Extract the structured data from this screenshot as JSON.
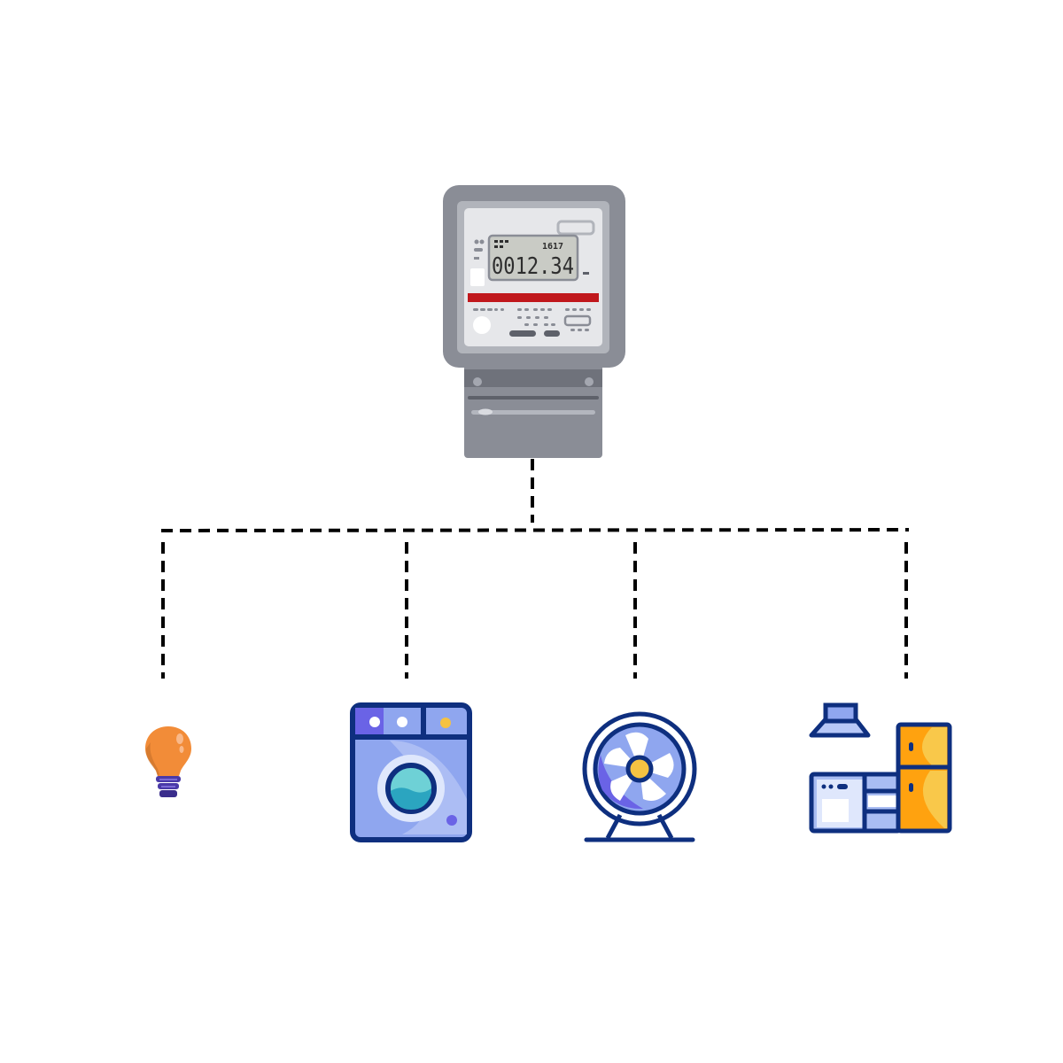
{
  "diagram": {
    "title": "Electricity meter connected to household appliances",
    "meter": {
      "name": "Smart electricity meter",
      "reading": "0012.34",
      "indicator": "1617",
      "colors": {
        "body": "#8a8d96",
        "face": "#e6e7ea",
        "lcd": "#c9cbc5",
        "stripe": "#c0171c"
      }
    },
    "connector": {
      "style": "dashed",
      "color": "#000000"
    },
    "appliances": [
      {
        "name": "Light bulb",
        "icon": "light-bulb-icon",
        "colors": {
          "glass": "#f28c38",
          "base": "#4a3aa8"
        }
      },
      {
        "name": "Washing machine",
        "icon": "washing-machine-icon",
        "colors": {
          "body": "#8fa6ef",
          "outline": "#0e2f7f",
          "drum": "#3fb6c8",
          "accent": "#f5c242"
        }
      },
      {
        "name": "Fan",
        "icon": "fan-icon",
        "colors": {
          "cage": "#8fa6ef",
          "outline": "#0e2f7f",
          "hub": "#f5c242"
        }
      },
      {
        "name": "Kitchen appliances",
        "icon": "kitchen-icon",
        "colors": {
          "fridge": "#ffa20f",
          "outline": "#0e2f7f",
          "stove": "#a9bdf3"
        }
      }
    ]
  }
}
